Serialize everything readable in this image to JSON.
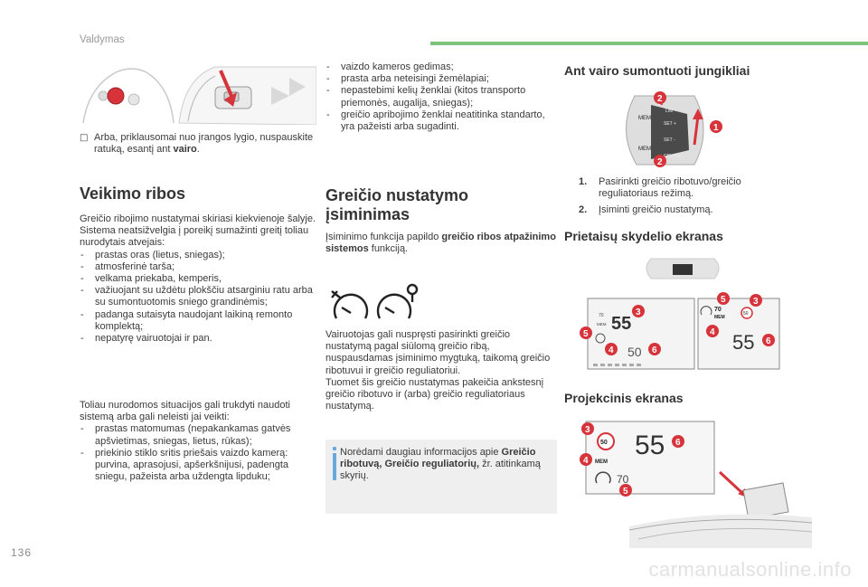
{
  "header": {
    "section": "Valdymas"
  },
  "page_number": "136",
  "watermark": "carmanualsonline.info",
  "col1": {
    "intro_bullet": "",
    "intro_text_pre": "Arba, priklausomai nuo įrangos lygio, nuspauskite ratuką, esantį ant ",
    "intro_text_bold": "vairo",
    "intro_text_post": ".",
    "heading": "Veikimo ribos",
    "para1": "Greičio ribojimo nustatymai skiriasi kiekvienoje šalyje.",
    "para2": "Sistema neatsižvelgia į poreikį sumažinti greitį toliau nurodytais atvejais:",
    "list1": [
      "prastas oras (lietus, sniegas);",
      "atmosferinė tarša;",
      "velkama priekaba, kemperis,",
      "važiuojant su uždėtu plokščiu atsarginiu ratu arba su sumontuotomis sniego grandinėmis;",
      "padanga sutaisyta naudojant laikiną remonto komplektą;",
      "nepatyrę vairuotojai ir pan."
    ],
    "para3": "Toliau nurodomos situacijos gali trukdyti naudoti sistemą arba gali neleisti jai veikti:",
    "list2": [
      "prastas matomumas (nepakankamas gatvės apšvietimas, sniegas, lietus, rūkas);",
      "priekinio stiklo sritis priešais vaizdo kamerą: purvina, aprasojusi, apšerkšnijusi, padengta sniegu, pažeista arba uždengta lipduku;"
    ]
  },
  "col2": {
    "list": [
      "vaizdo kameros gedimas;",
      "prasta arba neteisingi žemėlapiai;",
      "nepastebimi kelių ženklai (kitos transporto priemonės, augalija, sniegas);",
      "greičio apribojimo ženklai neatitinka standarto, yra pažeisti arba sugadinti."
    ],
    "heading_line1": "Greičio nustatymo",
    "heading_line2": "įsiminimas",
    "para1_pre": "Įsiminimo funkcija papildo ",
    "para1_bold": "greičio ribos atpažinimo sistemos",
    "para1_post": " funkciją.",
    "para2": "Vairuotojas gali nuspręsti pasirinkti greičio nustatymą pagal siūlomą greičio ribą, nuspausdamas įsiminimo mygtuką, taikomą greičio ribotuvui ir greičio reguliatoriui.",
    "para3": "Tuomet šis greičio nustatymas pakeičia ankstesnį greičio ribotuvo ir (arba) greičio reguliatoriaus nustatymą.",
    "info_pre": "Norėdami daugiau informacijos apie ",
    "info_bold": "Greičio ribotuvą, Greičio reguliatorių,",
    "info_post": " žr. atitinkamą skyrių."
  },
  "col3": {
    "heading1": "Ant vairo sumontuoti jungikliai",
    "items": [
      {
        "num": "1.",
        "text": "Pasirinkti greičio ribotuvo/greičio reguliatoriaus režimą."
      },
      {
        "num": "2.",
        "text": "Įsiminti greičio nustatymą."
      }
    ],
    "heading2": "Prietaisų skydelio ekranas",
    "heading3": "Projekcinis ekranas"
  },
  "figures": {
    "switch_labels": {
      "mem": "MEM",
      "set_plus": "SET +",
      "set_minus": "SET -",
      "cruise": "CRUISE",
      "lim": "LIM"
    },
    "badges": {
      "one": "1",
      "two": "2",
      "three": "3",
      "four": "4",
      "five": "5",
      "six": "6"
    },
    "cluster_left": {
      "speed": "55",
      "set": "50",
      "mem": "MEM",
      "small": "70"
    },
    "cluster_right": {
      "speed": "55",
      "sign": "50",
      "mem": "MEM",
      "small": "70"
    },
    "hud": {
      "speed": "55",
      "sign": "50",
      "mem": "MEM",
      "small": "70"
    }
  }
}
